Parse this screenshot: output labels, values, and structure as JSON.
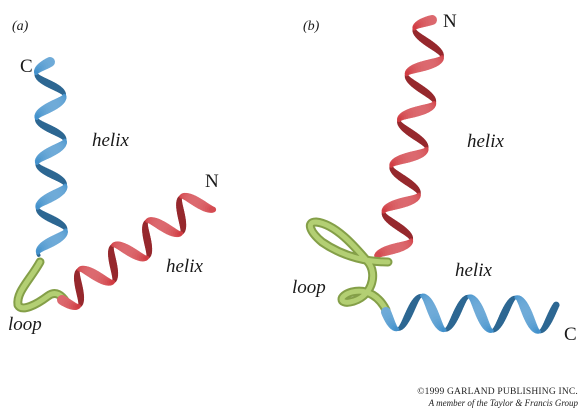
{
  "panel_a": {
    "label": "(a)",
    "c_terminus": "C",
    "n_terminus": "N",
    "helix_upper_label": "helix",
    "helix_lower_label": "helix",
    "loop_label": "loop"
  },
  "panel_b": {
    "label": "(b)",
    "n_terminus": "N",
    "c_terminus": "C",
    "helix_upper_label": "helix",
    "helix_lower_label": "helix",
    "loop_label": "loop"
  },
  "copyright": {
    "line1": "©1999 GARLAND PUBLISHING INC.",
    "line2": "A member of the Taylor & Francis Group"
  },
  "colors": {
    "helix_blue": "#3f8fcb",
    "helix_red": "#d0383f",
    "loop_green": "#a5c75a"
  }
}
